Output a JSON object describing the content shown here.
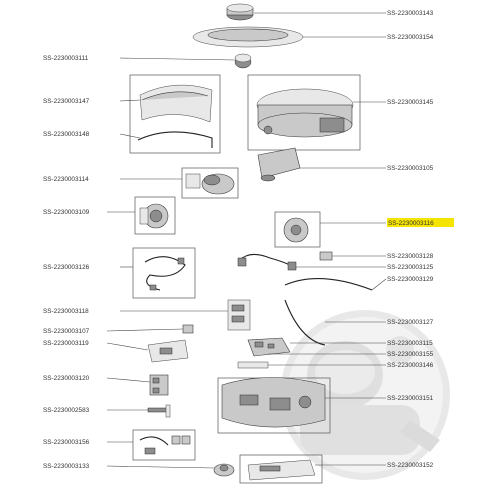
{
  "references": [
    {
      "id": "r0",
      "label": "SS-2230003143",
      "side": "right"
    },
    {
      "id": "r1",
      "label": "SS-2230003154",
      "side": "right"
    },
    {
      "id": "r2",
      "label": "SS-2230003111",
      "side": "left"
    },
    {
      "id": "r3",
      "label": "SS-2230003147",
      "side": "left"
    },
    {
      "id": "r4",
      "label": "SS-2230003145",
      "side": "right"
    },
    {
      "id": "r5",
      "label": "SS-2230003148",
      "side": "left"
    },
    {
      "id": "r6",
      "label": "SS-2230003105",
      "side": "right"
    },
    {
      "id": "r7",
      "label": "SS-2230003114",
      "side": "left"
    },
    {
      "id": "r8",
      "label": "SS-2230003109",
      "side": "left"
    },
    {
      "id": "r9",
      "label": "SS-2230003116",
      "side": "right",
      "highlighted": true
    },
    {
      "id": "r10",
      "label": "SS-2230003128",
      "side": "right"
    },
    {
      "id": "r11",
      "label": "SS-2230003126",
      "side": "left"
    },
    {
      "id": "r12",
      "label": "SS-2230003125",
      "side": "right"
    },
    {
      "id": "r13",
      "label": "SS-2230003129",
      "side": "right"
    },
    {
      "id": "r14",
      "label": "SS-2230003118",
      "side": "left"
    },
    {
      "id": "r15",
      "label": "SS-2230003127",
      "side": "right"
    },
    {
      "id": "r16",
      "label": "SS-2230003107",
      "side": "left"
    },
    {
      "id": "r17",
      "label": "SS-2230003115",
      "side": "right"
    },
    {
      "id": "r18",
      "label": "SS-2230003119",
      "side": "left"
    },
    {
      "id": "r19",
      "label": "SS-2230003155",
      "side": "right"
    },
    {
      "id": "r20",
      "label": "SS-2230003146",
      "side": "right"
    },
    {
      "id": "r21",
      "label": "SS-2230003120",
      "side": "left"
    },
    {
      "id": "r22",
      "label": "SS-2230003151",
      "side": "right"
    },
    {
      "id": "r23",
      "label": "SS-2230002583",
      "side": "left"
    },
    {
      "id": "r24",
      "label": "SS-2230003156",
      "side": "left"
    },
    {
      "id": "r25",
      "label": "SS-2230003133",
      "side": "left"
    },
    {
      "id": "r26",
      "label": "SS-2230003152",
      "side": "right"
    }
  ],
  "colors": {
    "highlight": "#f5e400",
    "watermark": "#dcdcdc",
    "watermark_accent": "#e2e2e2"
  },
  "watermark": {
    "description_icon": "robot-vacuum-watermark-logo"
  }
}
